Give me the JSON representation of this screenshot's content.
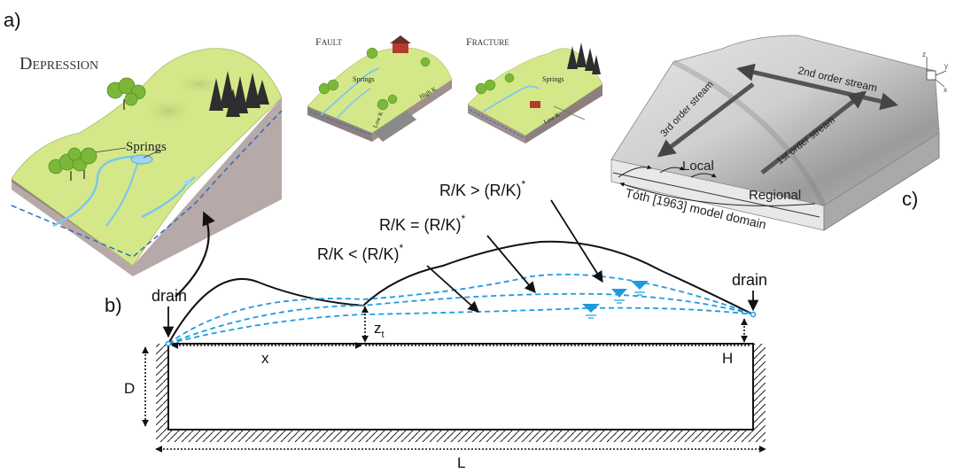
{
  "panels": {
    "a": "a)",
    "b": "b)",
    "c": "c)"
  },
  "depression": {
    "title_first": "D",
    "title_rest": "EPRESSION",
    "springs": "Springs"
  },
  "fault": {
    "title_first": "F",
    "title_rest": "AULT",
    "springs": "Springs",
    "low_k": "Low K",
    "high_k": "High K"
  },
  "fracture": {
    "title_first": "F",
    "title_rest": "RACTURE",
    "springs": "Springs",
    "low_k": "Low K"
  },
  "toth": {
    "second_order": "2nd order stream",
    "third_order": "3rd order stream",
    "first_order": "1st order stream",
    "local": "Local",
    "regional": "Regional",
    "domain": "Tóth [1963] model domain",
    "axis_z": "z",
    "axis_y": "y",
    "axis_x": "x"
  },
  "model": {
    "rk_gt": "R/K > (R/K)",
    "rk_eq": "R/K = (R/K)",
    "rk_lt": "R/K < (R/K)",
    "star": "*",
    "drain_left": "drain",
    "drain_right": "drain",
    "x": "x",
    "zt": "z",
    "zt_sub": "t",
    "H": "H",
    "D": "D",
    "L": "L"
  },
  "colors": {
    "terrain_green": "#d4e88a",
    "block_side": "#b8a9a9",
    "water_blue": "#1e9be0",
    "tree_green": "#7bb83a",
    "dark_tree": "#2e2e2e"
  }
}
